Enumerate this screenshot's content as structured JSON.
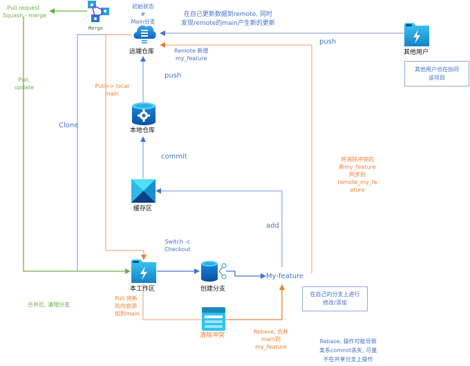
{
  "nodes": {
    "remote_repo": "远端仓库",
    "local_repo": "本地仓库",
    "staging": "缓存区",
    "workspace": "本工作区",
    "create_branch": "创建分支",
    "resolve_conflict": "清除冲突",
    "other_user": "其他用户",
    "merge": "Merge",
    "my_feature": "My-feature"
  },
  "labels": {
    "initial_state": [
      "初始状态",
      "#",
      "Main分支"
    ],
    "remote_update_note": [
      "在自己更新数据到remote, 同时",
      "发现remote的main产生新的更新"
    ],
    "remote_new_branch": [
      "Remote 新增",
      "my_feature"
    ],
    "push_other": "push",
    "push_local": "push",
    "pull_request": [
      "Pull request",
      "Squash - merge"
    ],
    "pull_update": [
      "Pull,",
      "update"
    ],
    "pull_local_main": [
      "Pull=> local",
      "main"
    ],
    "clone": "Clone",
    "commit": "commit",
    "add": "add",
    "switch_checkout": [
      "Switch -c",
      "Checkout"
    ],
    "sync_remote": [
      "将消除冲突的",
      "新my_feature",
      "同步到",
      "remote_my_fe",
      "ature"
    ],
    "pull_new_content": [
      "Pull 将新",
      "的内容添",
      "加到main"
    ],
    "cleanup_branch": "合并后, 清理分支",
    "rebase_merge": [
      "Rebase, 合并",
      "main到",
      "my_feature"
    ],
    "rebase_warning": [
      "Rebase, 操作可能导致",
      "某系commit丢失, 尽量",
      "不在共享分支上操作"
    ]
  },
  "notes": {
    "other_user_note": [
      "其他用户也在协同",
      "该项目"
    ],
    "own_branch_note": [
      "在自己的分支上进行",
      "修改/添加"
    ]
  },
  "colors": {
    "blue_line": "#4472c4",
    "light_blue_line": "#8faadc",
    "orange_line": "#ed7d31",
    "light_orange_line": "#f8cbad",
    "green_line": "#70ad47"
  }
}
